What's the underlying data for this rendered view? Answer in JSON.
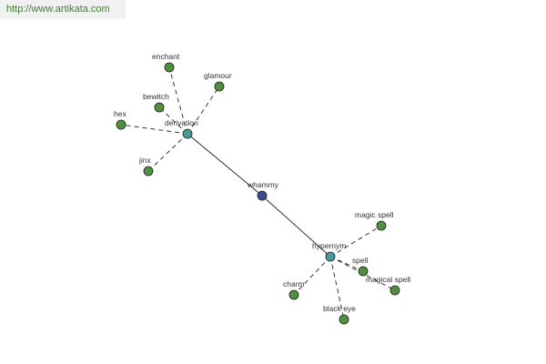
{
  "header": {
    "url": "http://www.artikata.com"
  },
  "colors": {
    "leaf": "#4f8f3d",
    "hub": "#4a9a9a",
    "center": "#3a4a8f",
    "edge": "#222222",
    "url_text": "#3f7f31"
  },
  "graph": {
    "center": {
      "label": "whammy"
    },
    "hubs": [
      {
        "id": "derivation",
        "label": "derivation"
      },
      {
        "id": "hypernym",
        "label": "hypernym"
      }
    ],
    "leaves": [
      {
        "id": "enchant",
        "label": "enchant",
        "hub": "derivation"
      },
      {
        "id": "glamour",
        "label": "glamour",
        "hub": "derivation"
      },
      {
        "id": "bewitch",
        "label": "bewitch",
        "hub": "derivation"
      },
      {
        "id": "hex",
        "label": "hex",
        "hub": "derivation"
      },
      {
        "id": "jinx",
        "label": "jinx",
        "hub": "derivation"
      },
      {
        "id": "magic-spell",
        "label": "magic spell",
        "hub": "hypernym"
      },
      {
        "id": "spell",
        "label": "spell",
        "hub": "hypernym"
      },
      {
        "id": "magical-spell",
        "label": "magical spell",
        "hub": "hypernym"
      },
      {
        "id": "charm",
        "label": "charm",
        "hub": "hypernym"
      },
      {
        "id": "black-eye",
        "label": "black eye",
        "hub": "hypernym"
      }
    ]
  }
}
